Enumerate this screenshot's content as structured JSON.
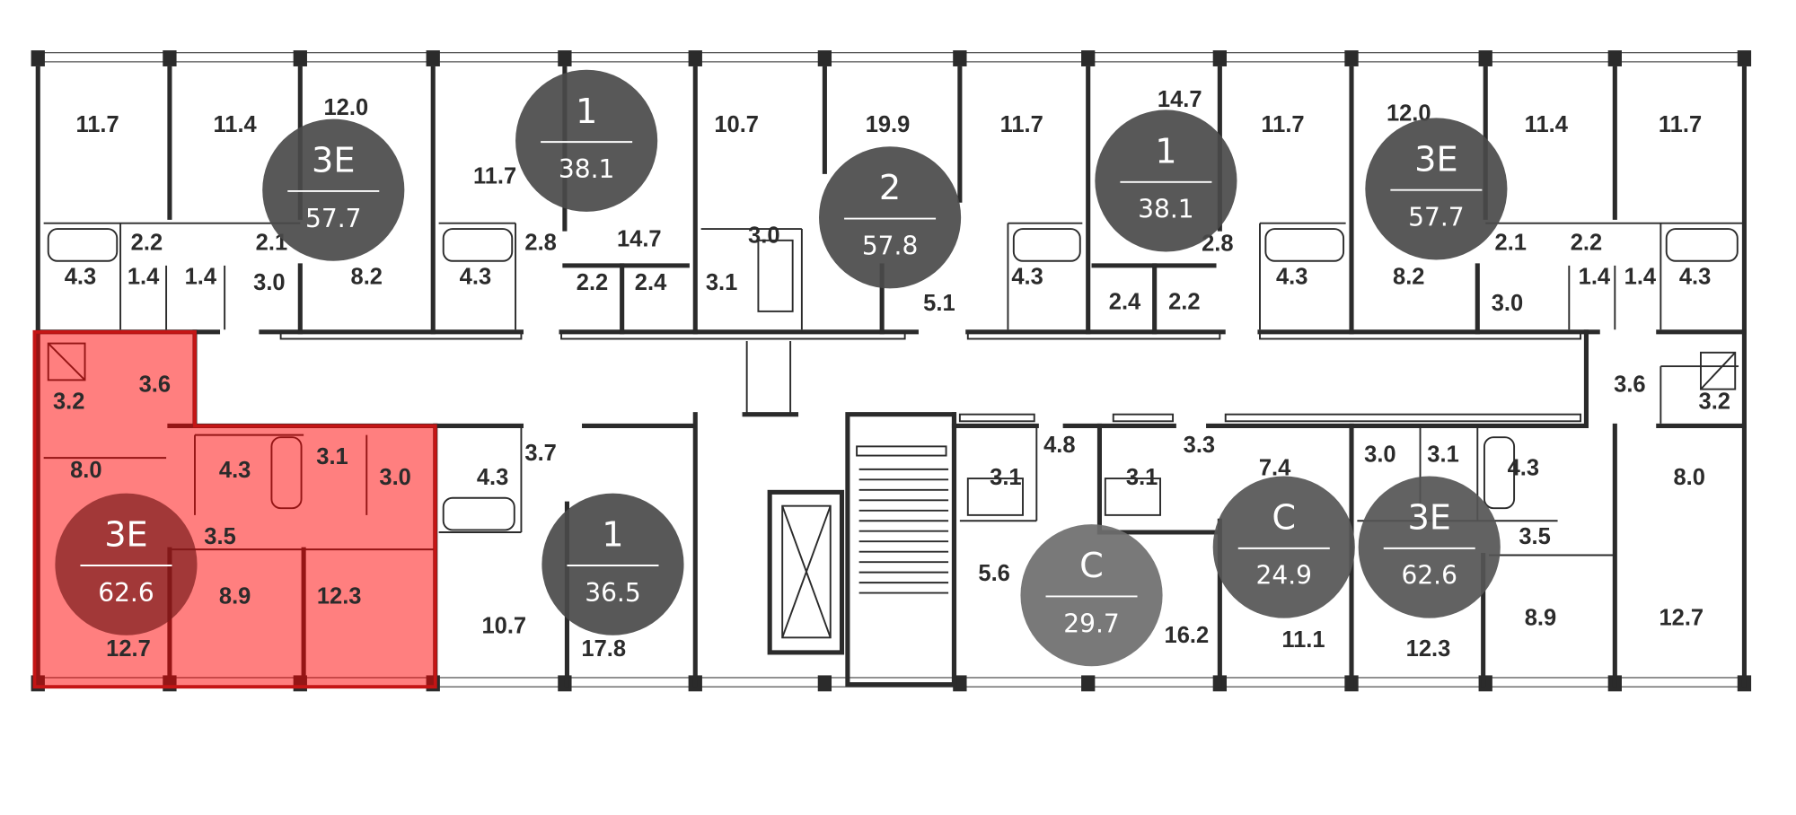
{
  "plan": {
    "highlight_color": "#ff4d4d",
    "circle_color": "#4a4a4a",
    "apartments": [
      {
        "type": "3E",
        "area": "57.7"
      },
      {
        "type": "1",
        "area": "38.1"
      },
      {
        "type": "2",
        "area": "57.8"
      },
      {
        "type": "1",
        "area": "38.1"
      },
      {
        "type": "3E",
        "area": "57.7"
      },
      {
        "type": "3E",
        "area": "62.6",
        "selected": true
      },
      {
        "type": "1",
        "area": "36.5"
      },
      {
        "type": "C",
        "area": "29.7"
      },
      {
        "type": "C",
        "area": "24.9"
      },
      {
        "type": "3E",
        "area": "62.6"
      }
    ],
    "room_areas": [
      "11.7",
      "11.4",
      "12.0",
      "11.7",
      "10.7",
      "19.9",
      "11.7",
      "14.7",
      "11.7",
      "12.0",
      "11.4",
      "11.7",
      "2.2",
      "2.1",
      "4.3",
      "1.4",
      "1.4",
      "3.0",
      "8.2",
      "2.8",
      "14.7",
      "4.3",
      "2.2",
      "2.4",
      "3.0",
      "3.1",
      "5.1",
      "4.3",
      "2.8",
      "2.4",
      "2.2",
      "4.3",
      "2.1",
      "2.2",
      "8.2",
      "3.0",
      "1.4",
      "1.4",
      "4.3",
      "3.6",
      "3.2",
      "3.6",
      "3.2",
      "8.0",
      "4.3",
      "3.1",
      "3.0",
      "3.5",
      "8.9",
      "12.3",
      "12.7",
      "4.3",
      "3.7",
      "10.7",
      "17.8",
      "3.1",
      "4.8",
      "5.6",
      "16.2",
      "3.1",
      "3.3",
      "7.4",
      "11.1",
      "3.0",
      "3.1",
      "4.3",
      "3.5",
      "8.9",
      "12.3",
      "12.7",
      "8.0"
    ]
  }
}
